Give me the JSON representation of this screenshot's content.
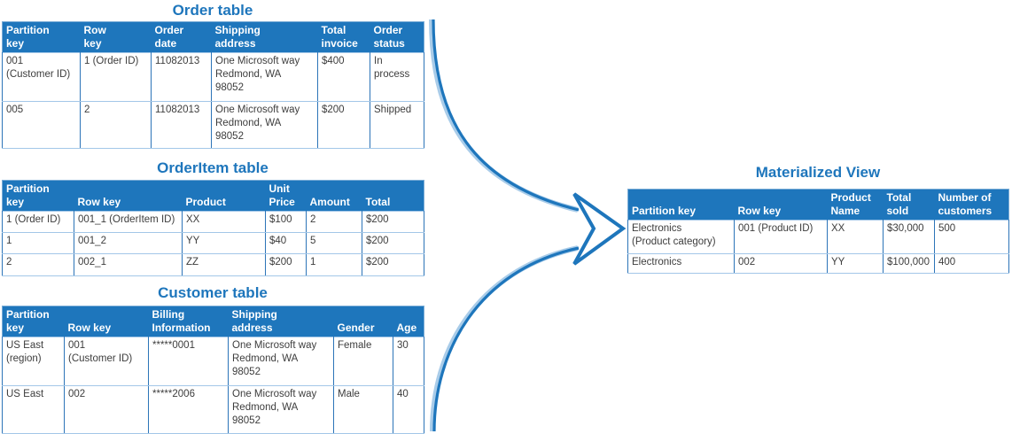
{
  "colors": {
    "primary_blue": "#1e76bc",
    "header_text": "#ffffff",
    "cell_text": "#3d3d3d",
    "grid_vertical": "#2c74b8",
    "grid_horizontal": "#a3c7e8",
    "table_border": "#7badd6",
    "arrow_highlight": "#a9cce9",
    "arrow_fill": "#ffffff"
  },
  "tables": {
    "order": {
      "title": "Order table",
      "headers": [
        "Partition\nkey",
        "Row\nkey",
        "Order\ndate",
        "Shipping\naddress",
        "Total\ninvoice",
        "Order\nstatus"
      ],
      "rows": [
        [
          "001\n(Customer ID)",
          "1 (Order ID)",
          "11082013",
          "One Microsoft way\nRedmond, WA\n98052",
          "$400",
          "In\nprocess"
        ],
        [
          "005",
          "2",
          "11082013",
          "One Microsoft way\nRedmond, WA\n98052",
          "$200",
          "Shipped"
        ]
      ]
    },
    "order_item": {
      "title": "OrderItem table",
      "headers": [
        "Partition\nkey",
        "Row key",
        "Product",
        "Unit\nPrice",
        "Amount",
        "Total"
      ],
      "rows": [
        [
          "1 (Order ID)",
          "001_1 (OrderItem ID)",
          "XX",
          "$100",
          "2",
          "$200"
        ],
        [
          "1",
          "001_2",
          "YY",
          "$40",
          "5",
          "$200"
        ],
        [
          "2",
          "002_1",
          "ZZ",
          "$200",
          "1",
          "$200"
        ]
      ]
    },
    "customer": {
      "title": "Customer table",
      "headers": [
        "Partition\nkey",
        "Row key",
        "Billing\nInformation",
        "Shipping\naddress",
        "Gender",
        "Age"
      ],
      "rows": [
        [
          "US East\n(region)",
          "001\n(Customer ID)",
          "*****0001",
          "One Microsoft way\nRedmond, WA\n98052",
          "Female",
          "30"
        ],
        [
          "US East",
          "002",
          "*****2006",
          "One Microsoft way\nRedmond, WA\n98052",
          "Male",
          "40"
        ]
      ]
    },
    "materialized_view": {
      "title": "Materialized View",
      "headers": [
        "Partition key",
        "Row key",
        "Product\nName",
        "Total\nsold",
        "Number of\ncustomers"
      ],
      "rows": [
        [
          "Electronics\n(Product category)",
          "001 (Product ID)",
          "XX",
          "$30,000",
          "500"
        ],
        [
          "Electronics",
          "002",
          "YY",
          "$100,000",
          "400"
        ]
      ]
    }
  }
}
